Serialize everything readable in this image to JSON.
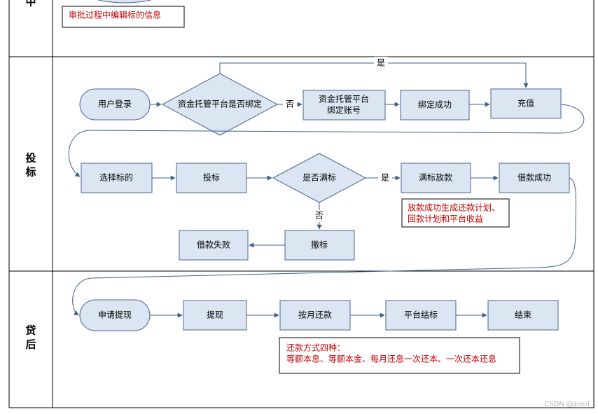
{
  "lanes": {
    "top": "中",
    "bid_1": "投",
    "bid_2": "标",
    "after_1": "贷",
    "after_2": "后"
  },
  "top_note": "审批过程中编辑标的信息",
  "nodes": {
    "login": "用户登录",
    "bind_check": "资金托管平台是否绑定",
    "bind_account_1": "资金托管平台",
    "bind_account_2": "绑定账号",
    "bind_success": "绑定成功",
    "recharge": "充值",
    "select_target": "选择标的",
    "bid": "投标",
    "full_check": "是否满标",
    "full_release": "满标放款",
    "loan_success": "借款成功",
    "loan_fail": "借款失败",
    "withdraw_bid": "撤标",
    "apply_withdraw": "申请提现",
    "withdraw": "提现",
    "monthly_repay": "按月还款",
    "settle": "平台结标",
    "end": "结束"
  },
  "edge_labels": {
    "bind_yes": "是",
    "bind_no": "否",
    "full_yes": "是",
    "full_no": "否"
  },
  "notes": {
    "release_1": "放款成功生成还款计划、",
    "release_2": "回款计划和平台收益",
    "repay_1": "还款方式四种：",
    "repay_2": "等额本息、等额本金、每月还息一次还本、一次还本还息"
  },
  "watermark": "CSDN @zoeil"
}
